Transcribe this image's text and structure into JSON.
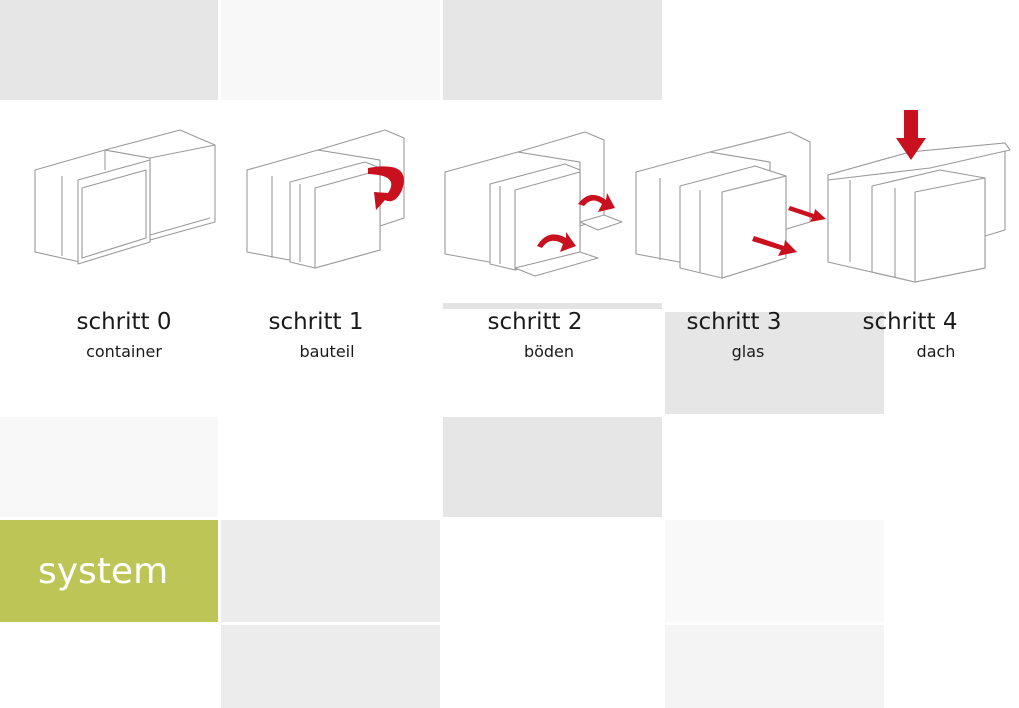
{
  "colors": {
    "accent_green": "#bec557",
    "arrow_red": "#c8101e",
    "tile_dark": "#e6e6e6",
    "tile_mid": "#ececec",
    "tile_light": "#f7f7f7"
  },
  "steps": [
    {
      "title": "schritt 0",
      "subtitle": "container"
    },
    {
      "title": "schritt 1",
      "subtitle": "bauteil"
    },
    {
      "title": "schritt 2",
      "subtitle": "böden"
    },
    {
      "title": "schritt 3",
      "subtitle": "glas"
    },
    {
      "title": "schritt 4",
      "subtitle": "dach"
    }
  ],
  "section": {
    "label": "system"
  }
}
